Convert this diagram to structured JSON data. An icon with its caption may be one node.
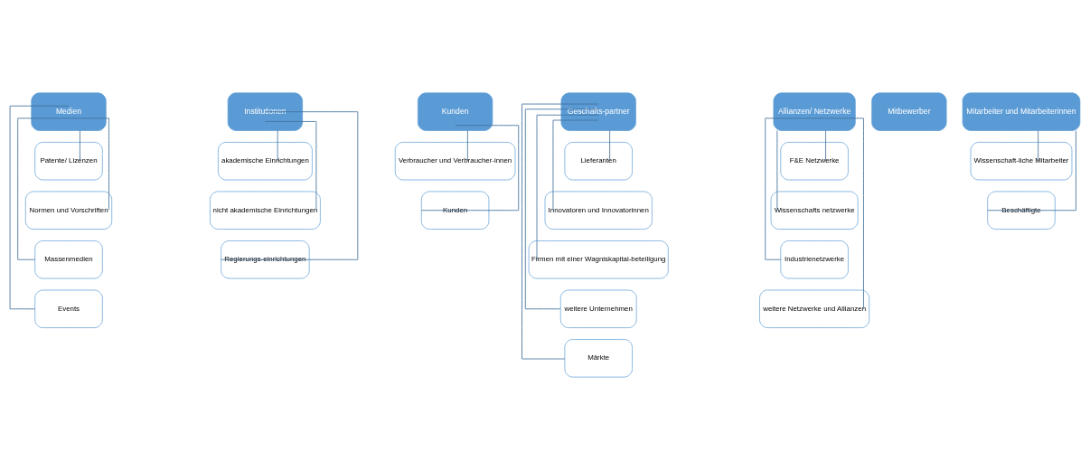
{
  "diagram": {
    "nodes": [
      {
        "text": [
          "Medien"
        ]
      },
      {
        "text": [
          "Patente/ Lizenzen"
        ]
      },
      {
        "text": [
          "Normen und Vorschriften"
        ]
      },
      {
        "text": [
          "Massenmedien"
        ]
      },
      {
        "text": [
          "Events"
        ]
      },
      {
        "text": [
          "Institutionen"
        ]
      },
      {
        "text": [
          "akademische Einrichtungen"
        ]
      },
      {
        "text": [
          "nicht akademische Einrichtungen"
        ]
      },
      {
        "text": [
          "Regierungs-einrichtungen"
        ]
      },
      {
        "text": [
          "Kunden"
        ]
      },
      {
        "text": [
          "Verbraucher und Verbraucher-innen"
        ]
      },
      {
        "text": [
          "Kunden"
        ]
      },
      {
        "text": [
          "Geschäfts-partner"
        ]
      },
      {
        "text": [
          "Lieferanten"
        ]
      },
      {
        "text": [
          "Innovatoren und Innovatorinnen"
        ]
      },
      {
        "text": [
          "Firmen mit einer Wagniskapital-beteiligung"
        ]
      },
      {
        "text": [
          "weitere Unternehmen"
        ]
      },
      {
        "text": [
          "Märkte"
        ]
      },
      {
        "text": [
          "Allianzen/ Netzwerke"
        ]
      },
      {
        "text": [
          "F&E Netzwerke"
        ]
      },
      {
        "text": [
          "Wissenschafts netzwerke"
        ]
      },
      {
        "text": [
          "Industrienetzwerke"
        ]
      },
      {
        "text": [
          "weitere Netzwerke und Allianzen"
        ]
      },
      {
        "text": [
          "Mitbewerber"
        ]
      },
      {
        "text": [
          "Mitarbeiter und Mitarbeiterinnen"
        ]
      },
      {
        "text": [
          "Wissenschaft-liche Mitarbeiter"
        ]
      },
      {
        "text": [
          "Beschäftigte"
        ]
      }
    ],
    "edges": [
      {
        "from": 0,
        "to": 1,
        "arrow": "none"
      },
      {
        "from": 0,
        "to": 2,
        "arrow": "none"
      },
      {
        "from": 0,
        "to": 3,
        "arrow": "none"
      },
      {
        "from": 0,
        "to": 4,
        "arrow": "none"
      },
      {
        "from": 5,
        "to": 6,
        "arrow": "none"
      },
      {
        "from": 5,
        "to": 7,
        "arrow": "none"
      },
      {
        "from": 5,
        "to": 8,
        "arrow": "none"
      },
      {
        "from": 9,
        "to": 10,
        "arrow": "none"
      },
      {
        "from": 9,
        "to": 11,
        "arrow": "none"
      },
      {
        "from": 12,
        "to": 13,
        "arrow": "none"
      },
      {
        "from": 12,
        "to": 14,
        "arrow": "none"
      },
      {
        "from": 12,
        "to": 15,
        "arrow": "none"
      },
      {
        "from": 12,
        "to": 16,
        "arrow": "none"
      },
      {
        "from": 12,
        "to": 17,
        "arrow": "none"
      },
      {
        "from": 18,
        "to": 19,
        "arrow": "none"
      },
      {
        "from": 18,
        "to": 20,
        "arrow": "none"
      },
      {
        "from": 18,
        "to": 21,
        "arrow": "none"
      },
      {
        "from": 18,
        "to": 22,
        "arrow": "none"
      },
      {
        "from": 24,
        "to": 25,
        "arrow": "none"
      },
      {
        "from": 24,
        "to": 26,
        "arrow": "none"
      }
    ]
  }
}
